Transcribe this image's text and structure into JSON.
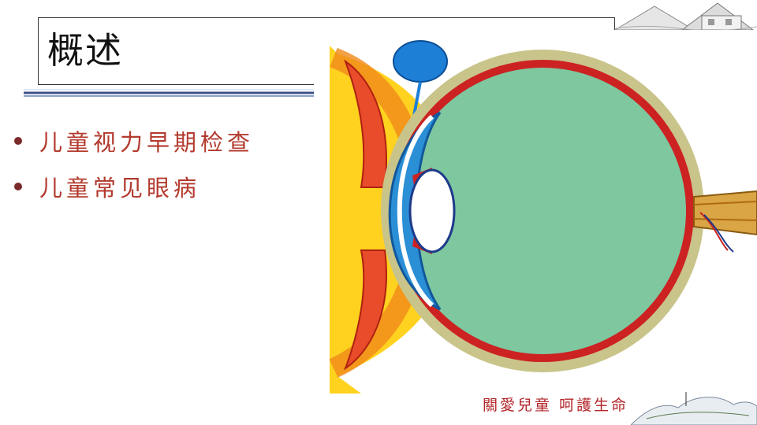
{
  "title": "概述",
  "bullets": [
    "儿童视力早期检查",
    "儿童常见眼病"
  ],
  "slogan": "關愛兒童 呵護生命",
  "colors": {
    "title_text": "#111111",
    "bullet_text": "#b33a2e",
    "bullet_dot": "#7a2a2a",
    "divider": "#3b4f8a",
    "vitreous": "#7ec79f",
    "sclera": "#c9c48a",
    "choroid": "#cc2222",
    "cornea": "#2b8fd6",
    "slogan": "#b3262a"
  },
  "illustration": {
    "type": "eye-cross-section-icon"
  }
}
